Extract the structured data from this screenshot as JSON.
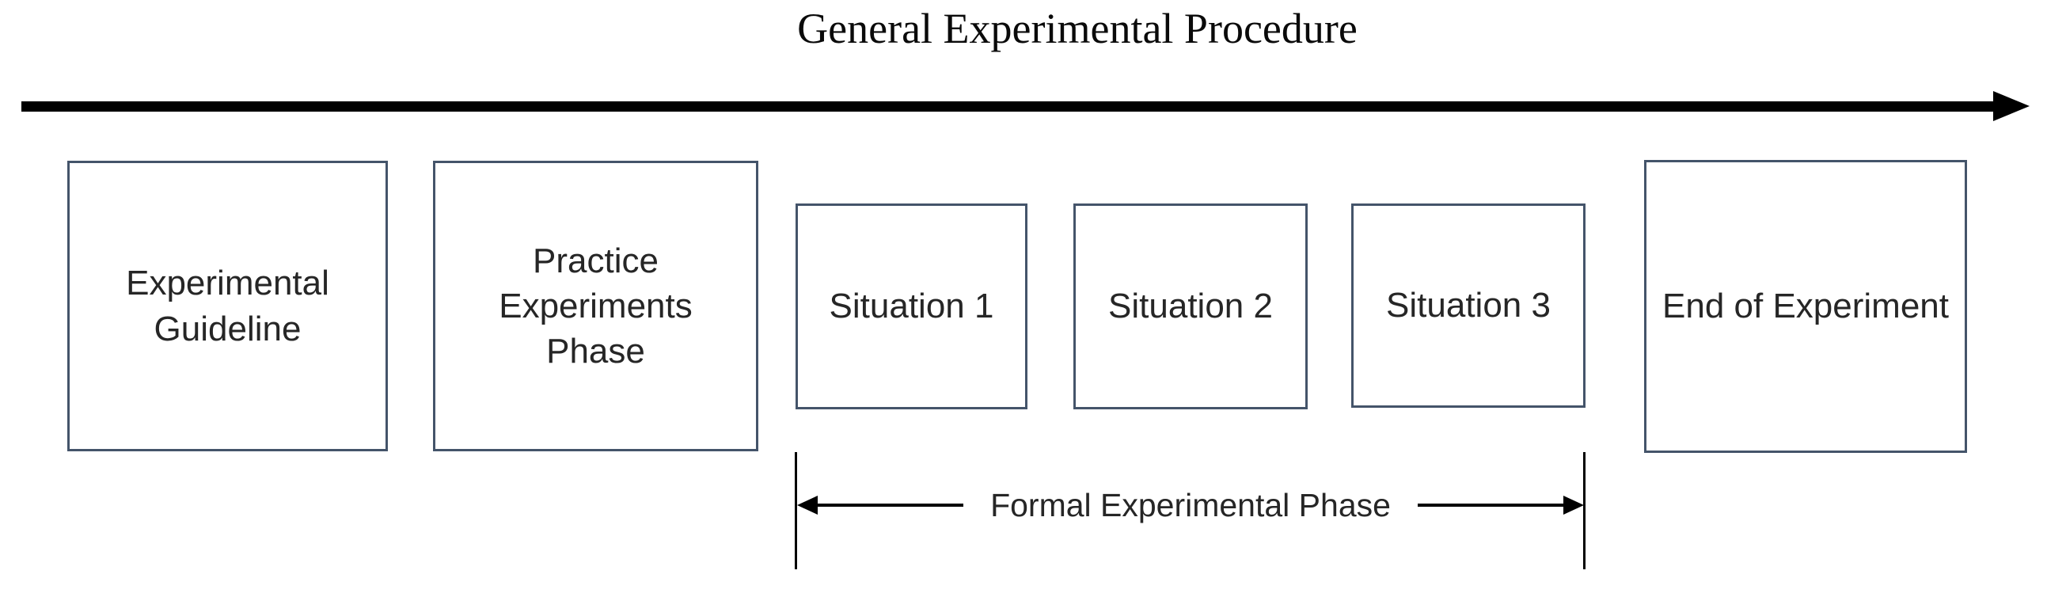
{
  "title": "General Experimental Procedure",
  "timeline": {
    "description": "main-procedure-arrow",
    "direction": "left-to-right"
  },
  "boxes": [
    {
      "label": "Experimental Guideline"
    },
    {
      "label": "Practice Experiments Phase"
    },
    {
      "label": "Situation 1"
    },
    {
      "label": "Situation 2"
    },
    {
      "label": "Situation 3"
    },
    {
      "label": "End of Experiment"
    }
  ],
  "phase_annotation": {
    "label": "Formal Experimental Phase",
    "spans_boxes": [
      "Situation 1",
      "Situation 2",
      "Situation 3"
    ]
  },
  "colors": {
    "box_border": "#44546a",
    "line": "#000000",
    "text": "#262626",
    "title_text": "#0a0a0a",
    "background": "#ffffff"
  }
}
